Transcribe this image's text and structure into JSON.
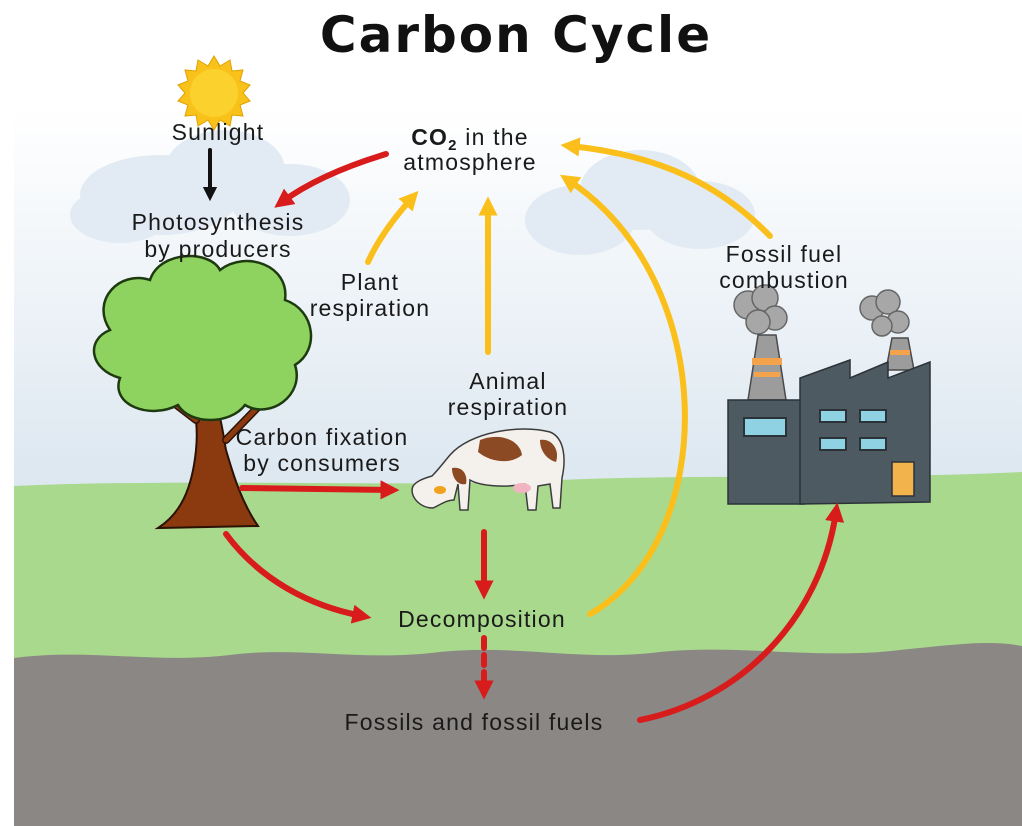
{
  "title": "Carbon Cycle",
  "labels": {
    "sunlight": "Sunlight",
    "co2_formula": "CO",
    "co2_subscript": "2",
    "co2_rest": " in the",
    "co2_line2": "atmosphere",
    "photo_line1": "Photosynthesis",
    "photo_line2": "by producers",
    "plant_resp_line1": "Plant",
    "plant_resp_line2": "respiration",
    "animal_resp_line1": "Animal",
    "animal_resp_line2": "respiration",
    "fixation_line1": "Carbon fixation",
    "fixation_line2": "by consumers",
    "fossil_comb_line1": "Fossil fuel",
    "fossil_comb_line2": "combustion",
    "decomposition": "Decomposition",
    "fossils": "Fossils and fossil fuels"
  },
  "colors": {
    "sky_top": "#ffffff",
    "sky_bottom": "#dfe9f1",
    "grass": "#a9d98c",
    "soil": "#8a8785",
    "red_arrow": "#d81c1c",
    "yellow_arrow": "#fbbf1c",
    "black_arrow": "#111111",
    "tree_foliage": "#8ed35f",
    "tree_trunk": "#8b3a10",
    "factory": "#4d5a62",
    "factory_window": "#8fd2e3",
    "factory_door": "#f2b24c",
    "sun": "#f9c21a"
  }
}
